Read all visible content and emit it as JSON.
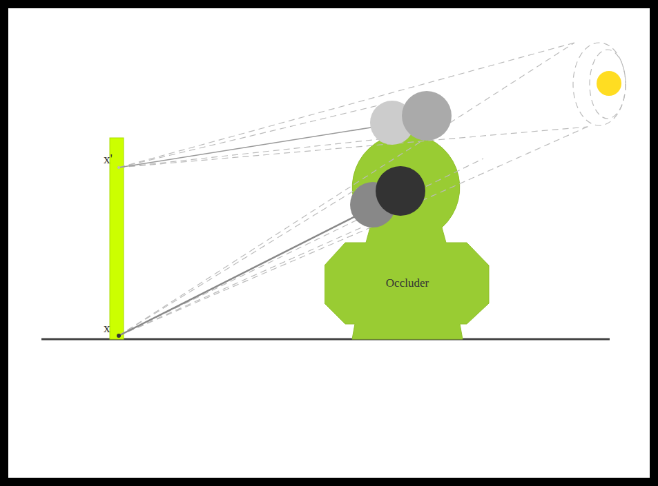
{
  "diagram": {
    "nodes": [
      {
        "text": [
          "Occluder"
        ]
      }
    ],
    "labels": [
      "x'",
      "x"
    ]
  }
}
